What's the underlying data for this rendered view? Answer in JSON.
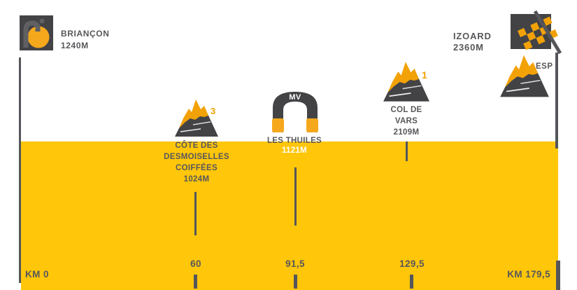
{
  "title": "Stage route profile",
  "colors": {
    "band_yellow": "#ffc60a",
    "icon_orange": "#f2a207",
    "dark_gray": "#434346",
    "text_gray": "#57575b",
    "white": "#ffffff"
  },
  "start": {
    "name": "BRIANÇON",
    "altitude": "1240M",
    "icon": "cyclist-start-icon",
    "km_label": "KM 0"
  },
  "finish": {
    "name": "IZOARD",
    "altitude": "2360M",
    "category": "ESP",
    "icon": "checkered-flag-icon",
    "km_label": "KM 179,5"
  },
  "waypoints": [
    {
      "type": "climb",
      "category": "3",
      "icon": "mountain-icon",
      "label_lines": [
        "CÔTE DES",
        "DESMOISELLES",
        "COIFFÉES"
      ],
      "altitude": "1024M",
      "km": "60"
    },
    {
      "type": "intermediate-sprint",
      "icon": "sprint-arch-icon",
      "icon_label": "MV",
      "label_lines": [
        "LES THUILES"
      ],
      "altitude": "1121M",
      "km": "91,5"
    },
    {
      "type": "climb",
      "category": "1",
      "icon": "mountain-icon",
      "label_lines": [
        "COL DE",
        "VARS"
      ],
      "altitude": "2109M",
      "km": "129,5"
    }
  ],
  "axis": {
    "start": "KM 0",
    "end": "KM 179,5",
    "tick_labels": [
      "60",
      "91,5",
      "129,5"
    ]
  },
  "chart_data": {
    "type": "route-profile",
    "title": "Briançon - Izoard stage schematic",
    "x_axis_km": [
      0,
      60,
      91.5,
      129.5,
      179.5
    ],
    "points": [
      {
        "km": 0,
        "label": "BRIANÇON",
        "altitude_m": 1240,
        "kind": "start"
      },
      {
        "km": 60,
        "label": "Côte des Desmoiselles Coiffées",
        "altitude_m": 1024,
        "kind": "climb",
        "category": "3"
      },
      {
        "km": 91.5,
        "label": "Les Thuiles",
        "altitude_m": 1121,
        "kind": "sprint-MV"
      },
      {
        "km": 129.5,
        "label": "Col de Vars",
        "altitude_m": 2109,
        "kind": "climb",
        "category": "1"
      },
      {
        "km": 179.5,
        "label": "IZOARD",
        "altitude_m": 2360,
        "kind": "finish",
        "category": "ESP"
      }
    ]
  }
}
